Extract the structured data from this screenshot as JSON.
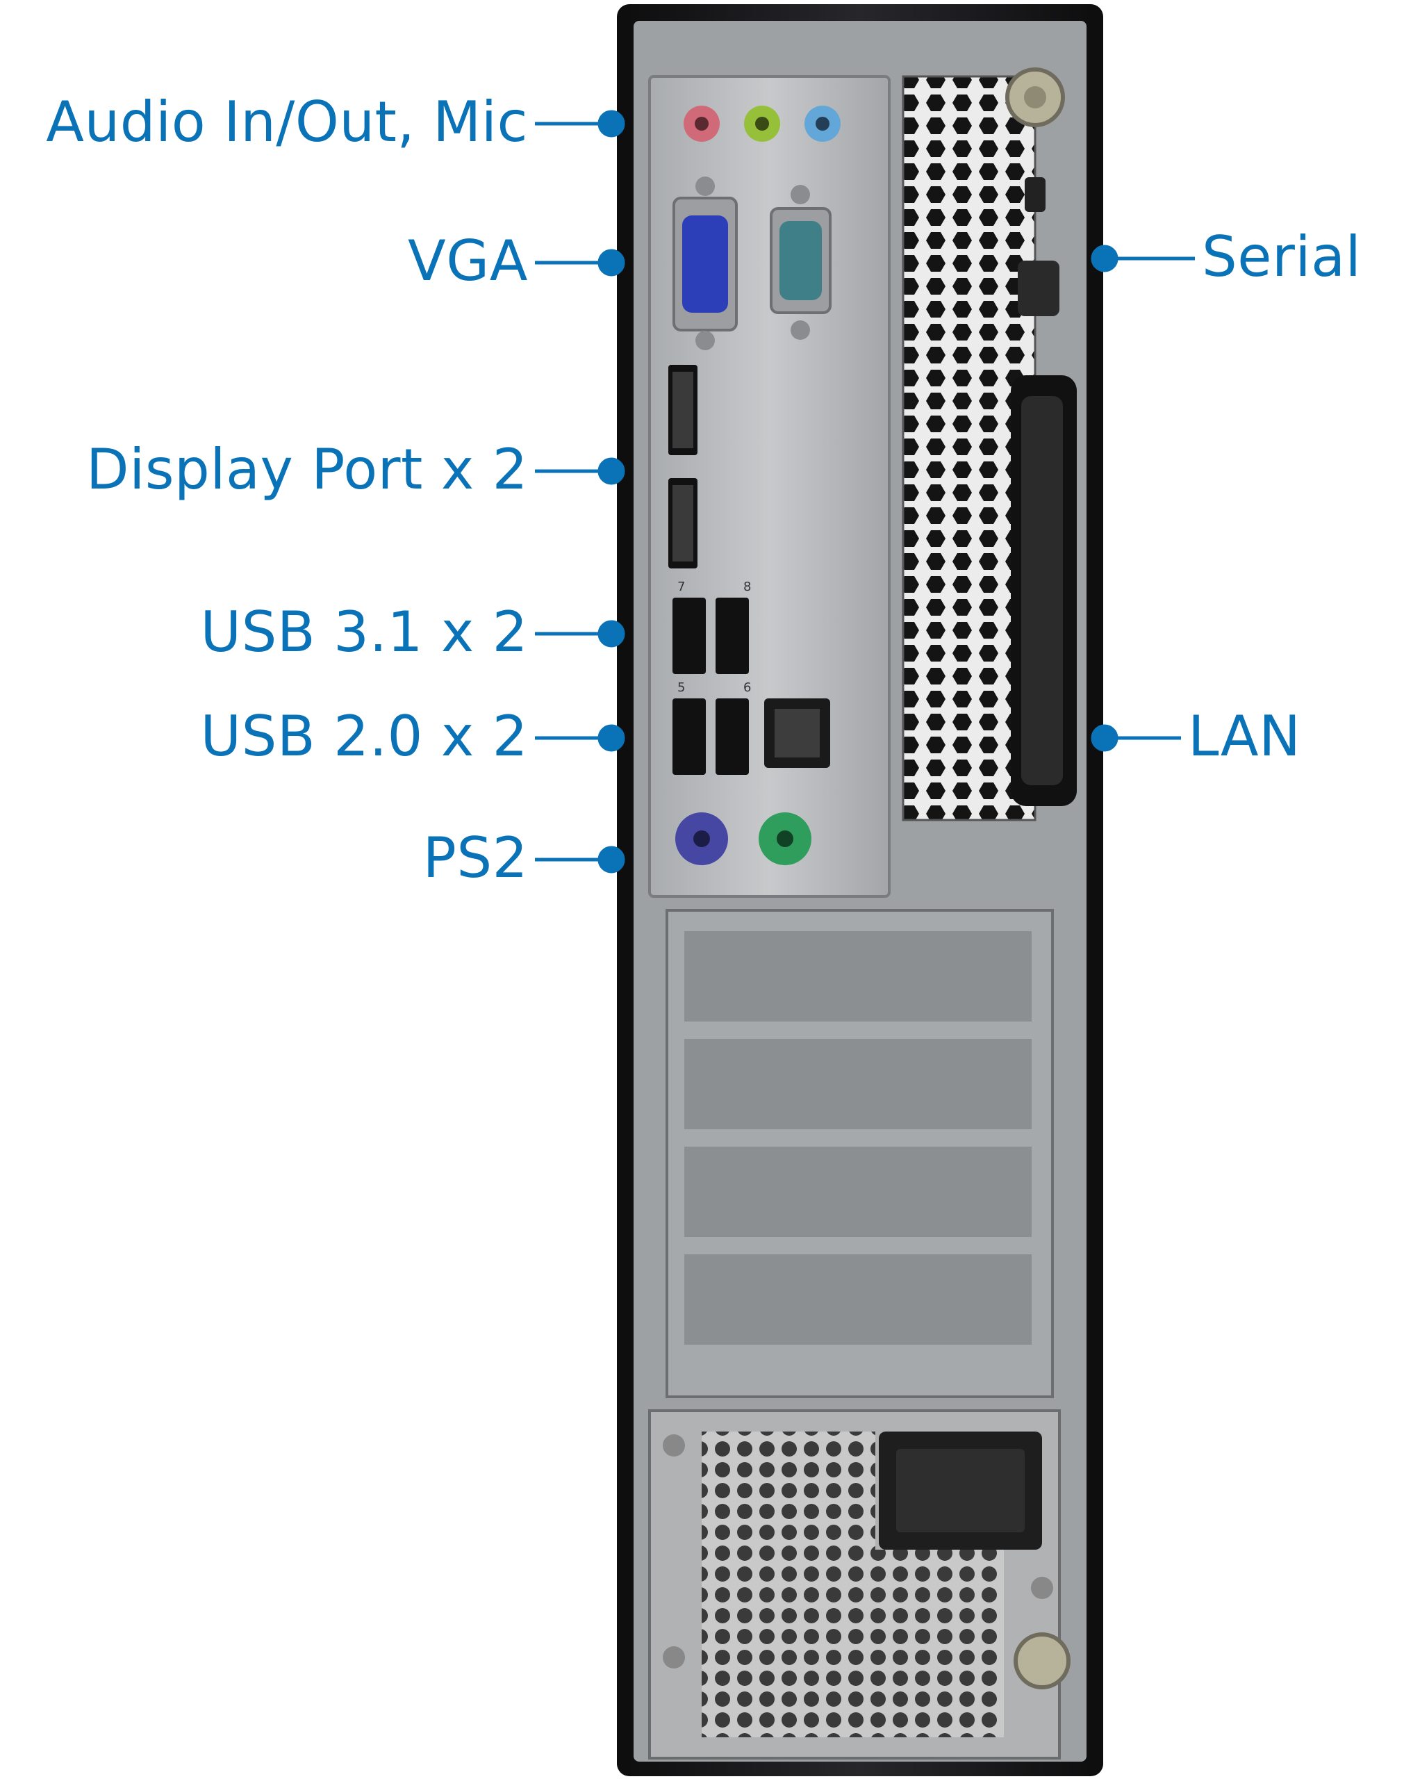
{
  "colors": {
    "label": "#0a73b8",
    "case_black": "#1c1c1e",
    "io_plate": "#b9bbbd",
    "vga_blue": "#2c3fb8",
    "serial_teal": "#3f8088",
    "audio_pink": "#d06a78",
    "audio_green": "#96bf3a",
    "audio_blue": "#63a6d8",
    "ps2_purple": "#4547a3",
    "ps2_green": "#2f9d5b"
  },
  "labels": {
    "audio": "Audio In/Out, Mic",
    "vga": "VGA",
    "displayport": "Display Port x 2",
    "usb31": "USB 3.1 x 2",
    "usb20": "USB 2.0 x 2",
    "ps2": "PS2",
    "serial": "Serial",
    "lan": "LAN"
  },
  "port_numbers": {
    "usb31_left": "7",
    "usb31_right": "8",
    "usb20_left": "5",
    "usb20_right": "6"
  }
}
